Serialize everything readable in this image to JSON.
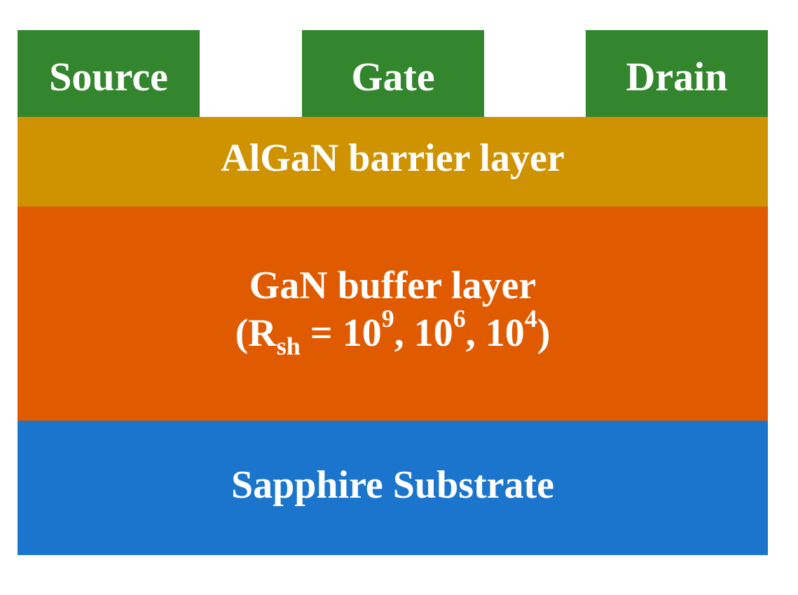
{
  "contacts": {
    "source": {
      "label": "Source",
      "color": "#33862E"
    },
    "gate": {
      "label": "Gate",
      "color": "#33862E"
    },
    "drain": {
      "label": "Drain",
      "color": "#33862E"
    }
  },
  "layers": {
    "barrier": {
      "label": "AlGaN barrier layer",
      "color": "#CF9200"
    },
    "buffer": {
      "label": "GaN buffer layer",
      "color": "#E05A00",
      "rsh": {
        "open": "(",
        "symbol": "R",
        "subscript": "sh",
        "equals": " = ",
        "base": "10",
        "exponents": [
          "9",
          "6",
          "4"
        ],
        "separator": ", ",
        "close": ")"
      }
    },
    "substrate": {
      "label": "Sapphire Substrate",
      "color": "#1B75CC"
    }
  },
  "text_color": "#FFFFFF",
  "background": "#FFFFFF"
}
